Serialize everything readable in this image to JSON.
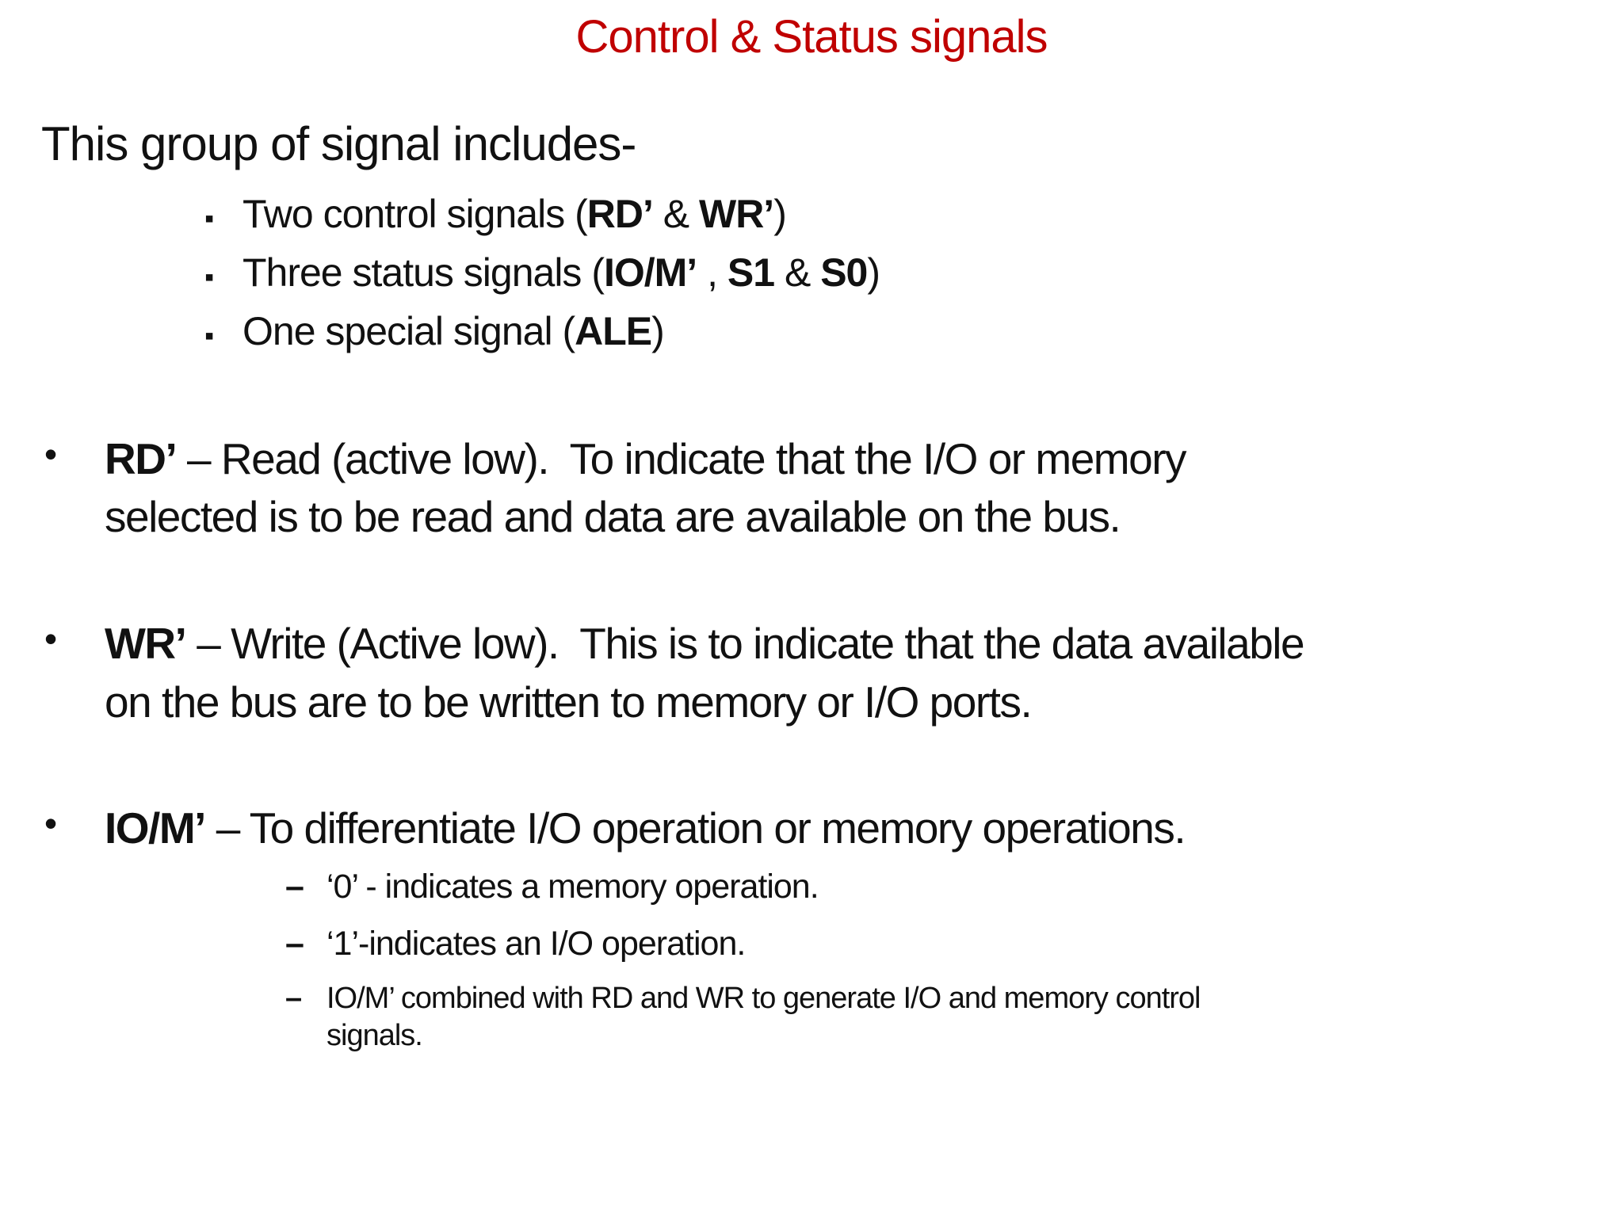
{
  "title": "Control & Status signals",
  "colors": {
    "title_red": "#C00000",
    "body_text": "#111111",
    "background": "#FFFFFF"
  },
  "markers": {
    "round_bullet": "•",
    "square_bullet": "▪",
    "dash_bullet": "–"
  },
  "intro": {
    "heading": "This group of signal includes-",
    "items": [
      {
        "segments": [
          {
            "text": "Two control signals (",
            "bold": false
          },
          {
            "text": "RD’",
            "bold": true
          },
          {
            "text": " & ",
            "bold": false
          },
          {
            "text": "WR’",
            "bold": true
          },
          {
            "text": ")",
            "bold": false
          }
        ]
      },
      {
        "segments": [
          {
            "text": "Three status signals (",
            "bold": false
          },
          {
            "text": "IO/M’",
            "bold": true
          },
          {
            "text": " , ",
            "bold": false
          },
          {
            "text": "S1",
            "bold": true
          },
          {
            "text": " & ",
            "bold": false
          },
          {
            "text": "S0",
            "bold": true
          },
          {
            "text": ")",
            "bold": false
          }
        ]
      },
      {
        "segments": [
          {
            "text": "One special signal (",
            "bold": false
          },
          {
            "text": "ALE",
            "bold": true
          },
          {
            "text": ")",
            "bold": false
          }
        ]
      }
    ]
  },
  "bullets": [
    {
      "term": "RD’",
      "separator": "–",
      "text": "Read (active low).  To indicate that the I/O or memory\nselected is to be read and data are available on the bus.",
      "subitems": []
    },
    {
      "term": "WR’",
      "separator": "–",
      "text": "Write (Active low).  This is to indicate that the data available\non the bus are to be written to memory or I/O ports.",
      "subitems": []
    },
    {
      "term": "IO/M’",
      "separator": "–",
      "text": "To differentiate I/O operation or memory operations.",
      "subitems": [
        {
          "text": "‘0’ - indicates a memory operation."
        },
        {
          "text": "‘1’-indicates an I/O operation."
        },
        {
          "text": "IO/M’ combined with RD and WR to generate I/O and memory control\nsignals."
        }
      ]
    }
  ]
}
